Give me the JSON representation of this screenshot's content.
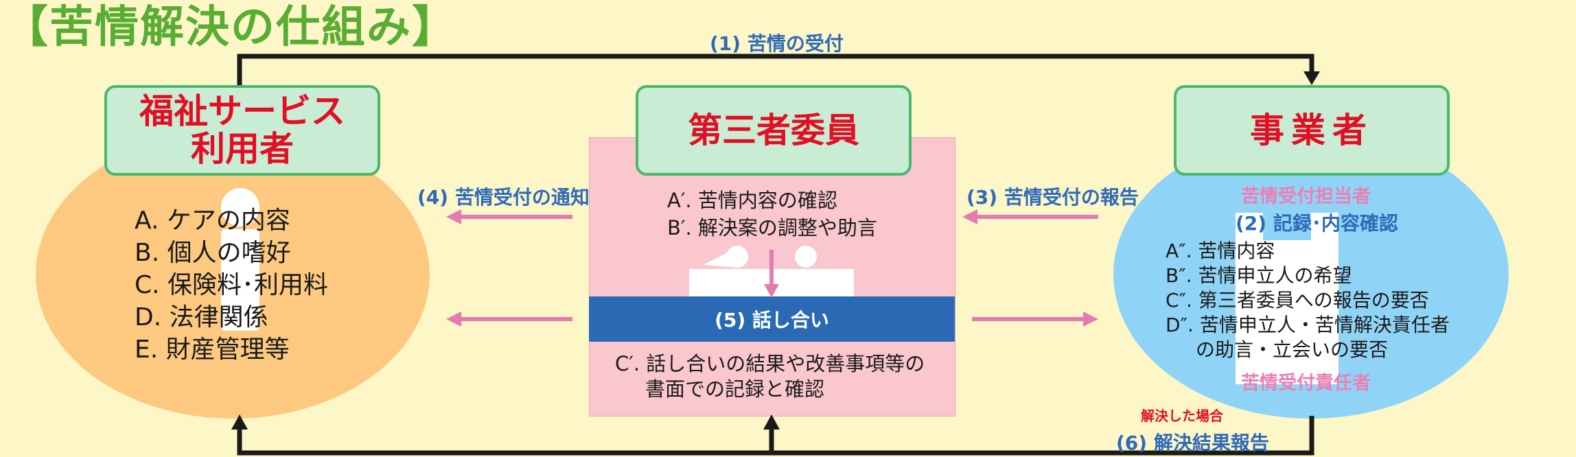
{
  "title": "【苦情解決の仕組み】",
  "user": {
    "header": [
      "福祉サービス",
      "利用者"
    ],
    "items": [
      "A. ケアの内容",
      "B. 個人の嗜好",
      "C. 保険料･利用料",
      "D. 法律関係",
      "E. 財産管理等"
    ]
  },
  "committee": {
    "header": "第三者委員",
    "items": [
      "A′. 苦情内容の確認",
      "B′. 解決案の調整や助言"
    ],
    "discussion": "(5) 話し合い",
    "result": [
      "C′. 話し合いの結果や改善事項等の",
      "書面での記録と確認"
    ]
  },
  "business": {
    "header": "事業者",
    "reception_staff": "苦情受付担当者",
    "record_step": "(2) 記録･内容確認",
    "items": [
      "A″. 苦情内容",
      "B″. 苦情申立人の希望",
      "C″. 第三者委員への報告の要否",
      "D″. 苦情申立人・苦情解決責任者",
      "の助言・立会いの要否"
    ],
    "responsible": "苦情受付責任者"
  },
  "flows": {
    "step1": "(1) 苦情の受付",
    "step3": "(3) 苦情受付の報告",
    "step4": "(4) 苦情受付の通知",
    "resolved_case": "解決した場合",
    "step6": "(6) 解決結果報告"
  },
  "colors": {
    "title": "#59ad33",
    "header_text": "#e10f24",
    "header_bg": "#c9ecd5",
    "header_border": "#49b86d",
    "user_bg": "#fdc980",
    "committee_bg": "#f9c7cd",
    "business_bg": "#8fd4f7",
    "band": "#2a6ab5",
    "pink_arrow": "#e57aae",
    "label_blue": "#2e6ab8",
    "background": "#fdf7c8"
  }
}
